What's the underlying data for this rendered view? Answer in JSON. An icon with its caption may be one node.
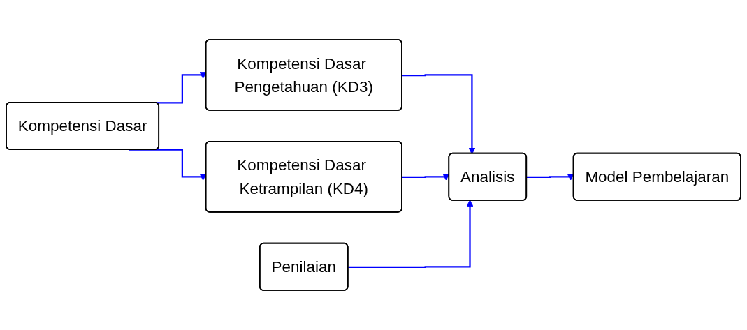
{
  "diagram": {
    "nodes": [
      {
        "text": [
          "Kompetensi Dasar"
        ]
      },
      {
        "text": [
          "Kompetensi Dasar Pengetahuan (KD3)"
        ]
      },
      {
        "text": [
          "Kompetensi Dasar Ketrampilan (KD4)"
        ]
      },
      {
        "text": [
          "Penilaian"
        ]
      },
      {
        "text": [
          "Analisis"
        ]
      },
      {
        "text": [
          "Model Pembelajaran"
        ]
      }
    ],
    "edges": [
      {
        "from": 0,
        "to": 1,
        "arrow": "to"
      },
      {
        "from": 0,
        "to": 2,
        "arrow": "to"
      },
      {
        "from": 1,
        "to": 4,
        "arrow": "to"
      },
      {
        "from": 2,
        "to": 4,
        "arrow": "to"
      },
      {
        "from": 3,
        "to": 4,
        "arrow": "to"
      },
      {
        "from": 4,
        "to": 5,
        "arrow": "to"
      }
    ]
  }
}
